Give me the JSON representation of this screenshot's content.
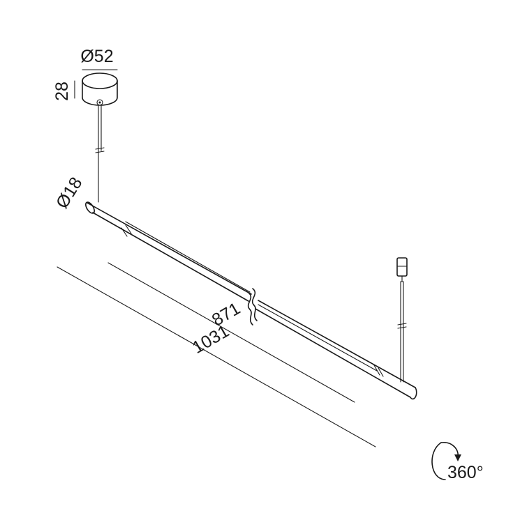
{
  "dimensions": {
    "canopy_diameter": "Ø52",
    "canopy_height": "28",
    "tube_diameter": "Ø18",
    "light_length": "871",
    "total_length": "1031"
  },
  "rotation_label": "360°"
}
